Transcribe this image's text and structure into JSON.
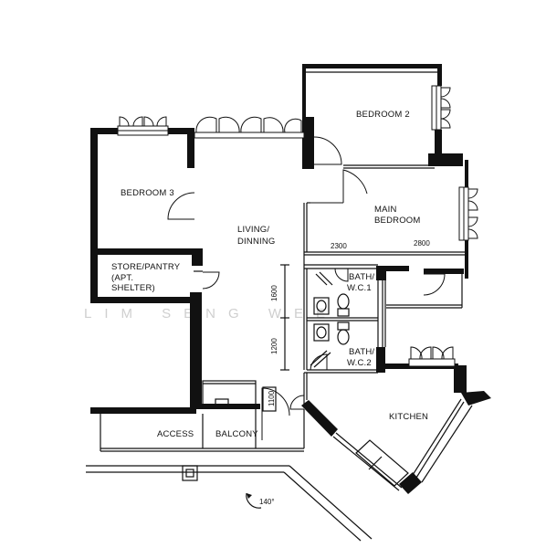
{
  "rooms": {
    "bedroom_2": "BEDROOM 2",
    "bedroom_3": "BEDROOM 3",
    "main_bedroom_1": "MAIN",
    "main_bedroom_2": "BEDROOM",
    "living_1": "LIVING/",
    "living_2": "DINNING",
    "store_1": "STORE/PANTRY",
    "store_2": "(APT.",
    "store_3": "SHELTER)",
    "bath1_1": "BATH/",
    "bath1_2": "W.C.1",
    "bath2_1": "BATH/",
    "bath2_2": "W.C.2",
    "kitchen": "KITCHEN",
    "access": "ACCESS",
    "balcony": "BALCONY"
  },
  "dimensions": {
    "d2300": "2300",
    "d2800": "2800",
    "d1600": "1600",
    "d1200": "1200",
    "d1100": "1100"
  },
  "angle": "140°",
  "watermark": "LIM SENG WEE"
}
